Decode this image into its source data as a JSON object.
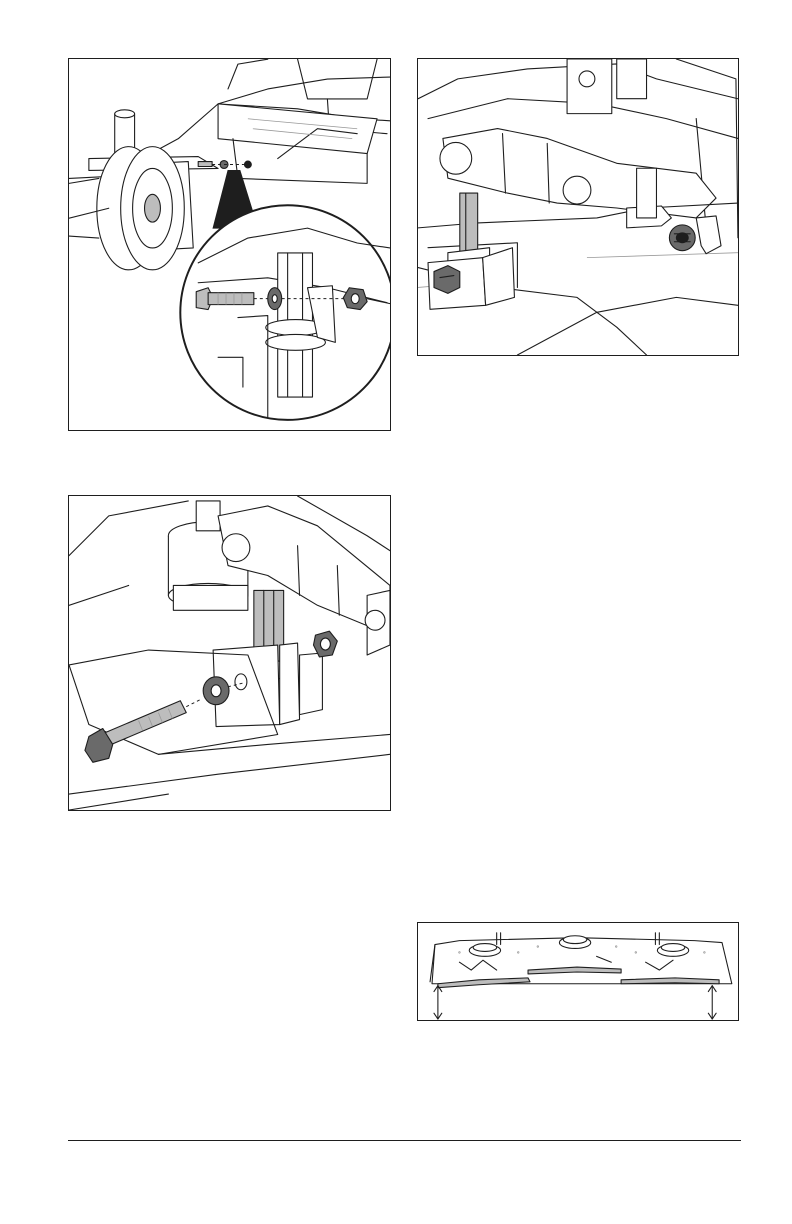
{
  "figures": [
    {
      "id": "fig-a",
      "icon": "caster-wheel-bolt-detail-illustration"
    },
    {
      "id": "fig-b",
      "icon": "lift-arm-bolt-installed-illustration"
    },
    {
      "id": "fig-c",
      "icon": "bolt-washer-exploded-illustration"
    },
    {
      "id": "fig-d",
      "icon": "deck-blade-height-measure-illustration"
    }
  ],
  "colors": {
    "line": "#1e1e1e",
    "part_gray": "#bdbdbd",
    "part_dark": "#6a6a6a",
    "background": "#ffffff"
  }
}
